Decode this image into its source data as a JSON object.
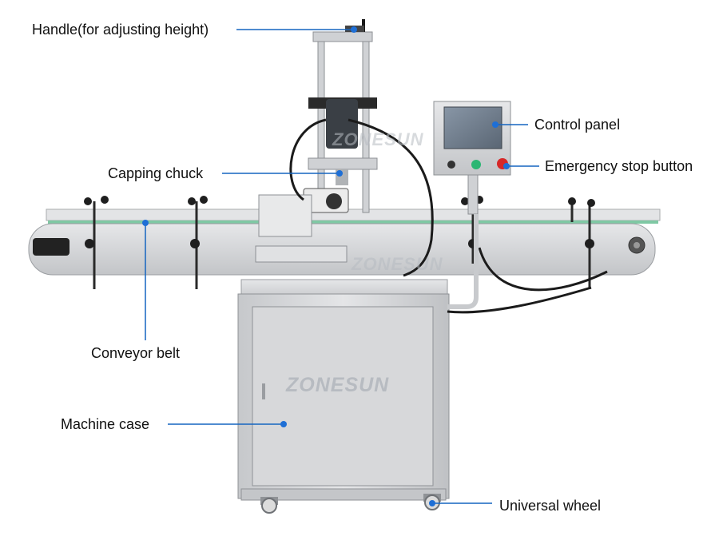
{
  "brand": {
    "watermark": "ZONESUN"
  },
  "callouts": {
    "handle": "Handle(for adjusting height)",
    "capping_chuck": "Capping chuck",
    "conveyor_belt": "Conveyor belt",
    "machine_case": "Machine case",
    "control_panel": "Control panel",
    "emergency_stop": "Emergency stop button",
    "universal_wheel": "Universal wheel"
  },
  "colors": {
    "leader_line": "#1565c0",
    "leader_dot": "#1e6fd6",
    "steel_light": "#d9dadc",
    "steel_mid": "#b8babd",
    "steel_dark": "#8d9094",
    "belt_green": "#7fc8a4",
    "screen": "#6c7a8a",
    "estop_red": "#d62828",
    "start_green": "#2bb673"
  }
}
